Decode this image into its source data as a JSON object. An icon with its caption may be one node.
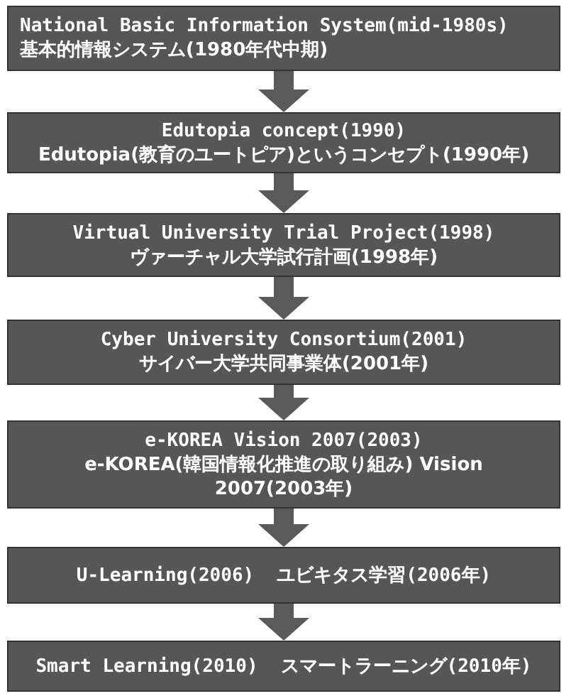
{
  "diagram": {
    "nodes": [
      {
        "text": [
          "National Basic Information System(mid-1980s)",
          "基本的情報システム(1980年代中期)"
        ]
      },
      {
        "text": [
          "Edutopia concept(1990)",
          "Edutopia(教育のユートピア)というコンセプト(1990年)"
        ]
      },
      {
        "text": [
          "Virtual University Trial Project(1998)",
          "ヴァーチャル大学試行計画(1998年)"
        ]
      },
      {
        "text": [
          "Cyber University Consortium(2001)",
          "サイバー大学共同事業体(2001年)"
        ]
      },
      {
        "text": [
          "e-KOREA Vision 2007(2003)",
          "e-KOREA(韓国情報化推進の取り組み) Vision 2007(2003年)"
        ]
      },
      {
        "text": [
          "U-Learning(2006)",
          "ユビキタス学習(2006年)"
        ]
      },
      {
        "text": [
          "Smart Learning(2010)",
          "スマートラーニング(2010年)"
        ]
      }
    ],
    "edges": [
      {
        "from": 0,
        "to": 1,
        "arrow": "to"
      },
      {
        "from": 1,
        "to": 2,
        "arrow": "to"
      },
      {
        "from": 2,
        "to": 3,
        "arrow": "to"
      },
      {
        "from": 3,
        "to": 4,
        "arrow": "to"
      },
      {
        "from": 4,
        "to": 5,
        "arrow": "to"
      },
      {
        "from": 5,
        "to": 6,
        "arrow": "to"
      }
    ]
  }
}
